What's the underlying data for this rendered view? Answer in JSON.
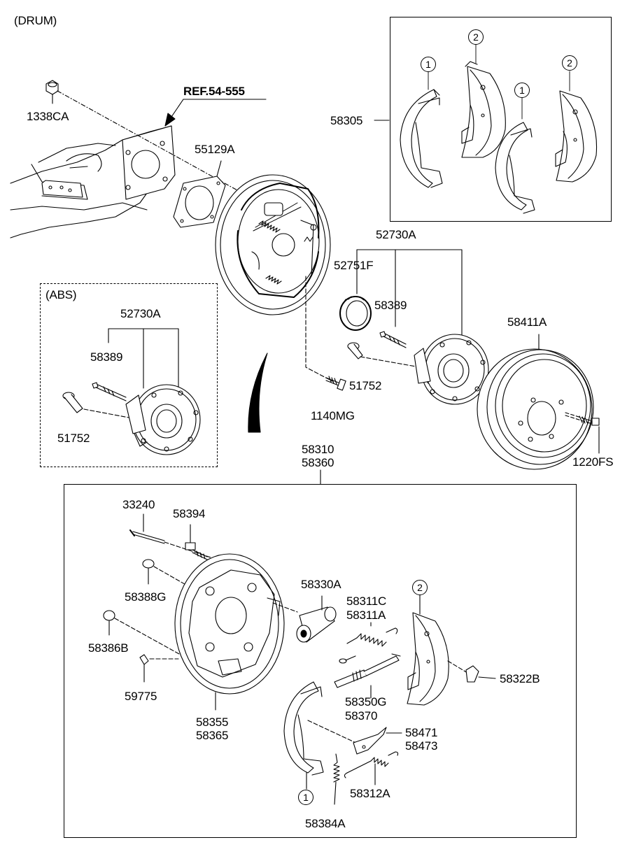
{
  "diagram": {
    "title": "(DRUM)",
    "abs_title": "(ABS)",
    "ref_label": "REF.54-555",
    "callouts": {
      "one": "1",
      "two": "2"
    },
    "parts": {
      "p1338CA": "1338CA",
      "p55129A": "55129A",
      "p58305": "58305",
      "p52730A": "52730A",
      "p52751F": "52751F",
      "p58389": "58389",
      "p51752": "51752",
      "p1140MG": "1140MG",
      "p58411A": "58411A",
      "p1220FS": "1220FS",
      "abs_52730A": "52730A",
      "abs_58389": "58389",
      "abs_51752": "51752",
      "kit_58310": "58310",
      "kit_58360": "58360",
      "p33240": "33240",
      "p58394": "58394",
      "p58388G": "58388G",
      "p58386B": "58386B",
      "p59775": "59775",
      "p58355": "58355",
      "p58365": "58365",
      "p58330A": "58330A",
      "p58311C": "58311C",
      "p58311A": "58311A",
      "p58350G": "58350G",
      "p58370": "58370",
      "p58322B": "58322B",
      "p58471": "58471",
      "p58473": "58473",
      "p58312A": "58312A",
      "p58384A": "58384A"
    }
  }
}
